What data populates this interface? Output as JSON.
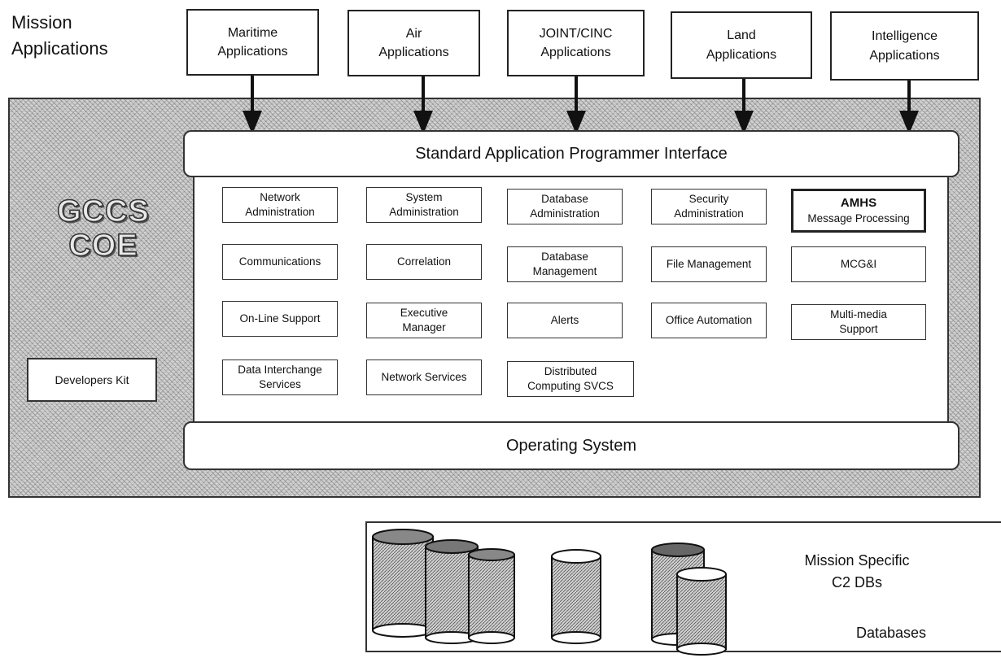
{
  "mission_label": "Mission\nApplications",
  "applications": [
    {
      "label": "Maritime\nApplications"
    },
    {
      "label": "Air\nApplications"
    },
    {
      "label": "JOINT/CINC\nApplications"
    },
    {
      "label": "Land\nApplications"
    },
    {
      "label": "Intelligence\nApplications"
    }
  ],
  "api_label": "Standard Application Programmer Interface",
  "coe_title": "GCCS\nCOE",
  "developers_kit": "Developers Kit",
  "services": [
    {
      "label": "Network\nAdministration",
      "bold": false
    },
    {
      "label": "System\nAdministration",
      "bold": false
    },
    {
      "label": "Database\nAdministration",
      "bold": false
    },
    {
      "label": "Security\nAdministration",
      "bold": false
    },
    {
      "title": "AMHS",
      "label": "Message Processing",
      "bold": true
    },
    {
      "label": "Communications",
      "bold": false
    },
    {
      "label": "Correlation",
      "bold": false
    },
    {
      "label": "Database\nManagement",
      "bold": false
    },
    {
      "label": "File Management",
      "bold": false
    },
    {
      "label": "MCG&I",
      "bold": false
    },
    {
      "label": "On-Line Support",
      "bold": false
    },
    {
      "label": "Executive\nManager",
      "bold": false
    },
    {
      "label": "Alerts",
      "bold": false
    },
    {
      "label": "Office Automation",
      "bold": false
    },
    {
      "label": "Multi-media\nSupport",
      "bold": false
    },
    {
      "label": "Data Interchange\nServices",
      "bold": false
    },
    {
      "label": "Network Services",
      "bold": false
    },
    {
      "label": "Distributed\nComputing SVCS",
      "bold": false
    }
  ],
  "os_label": "Operating System",
  "mission_db_label": "Mission Specific\nC2 DBs",
  "databases_label": "Databases"
}
